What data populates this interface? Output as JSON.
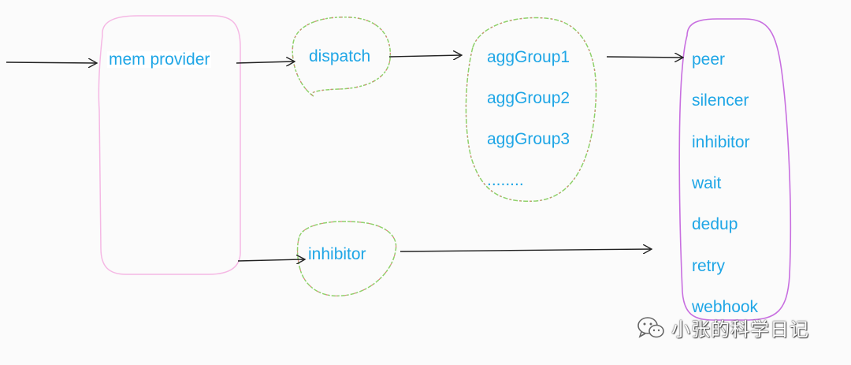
{
  "nodes": {
    "mem_provider": "mem provider",
    "dispatch": "dispatch",
    "inhibitor_mid": "inhibitor",
    "agg_groups": [
      "aggGroup1",
      "aggGroup2",
      "aggGroup3",
      "........"
    ],
    "pipeline": [
      "peer",
      "silencer",
      "inhibitor",
      "wait",
      "dedup",
      "retry",
      "webhook"
    ]
  },
  "watermark": {
    "text": "小张的科学日记",
    "icon": "wechat-icon"
  },
  "colors": {
    "label": "#1fa6e6",
    "arrow": "#222222",
    "mem_provider_outline": "#f5b8e4",
    "blob_outline_green": "#8fd16a",
    "blob_outline_red": "#e07b7b",
    "pipeline_outline": "#c86fe0"
  }
}
